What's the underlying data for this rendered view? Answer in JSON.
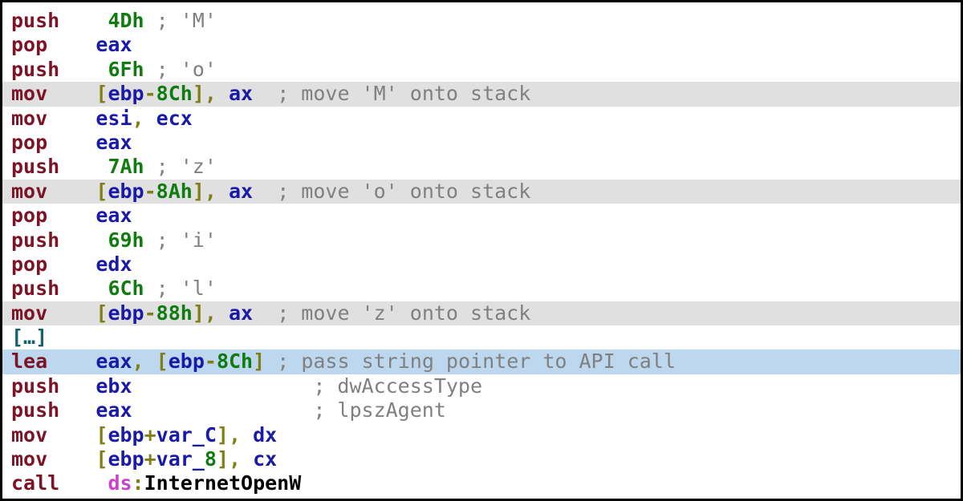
{
  "window": {
    "kind": "disassembly-listing"
  },
  "colors": {
    "background": "#ffffff",
    "border": "#000000",
    "mnemonic": "#7d1326",
    "register": "#1a1aa8",
    "number": "#107c10",
    "comment": "#808080",
    "punctuation": "#7f7f15",
    "segment_prefix": "#cc41cc",
    "api_name": "#000000",
    "collapsed_marker": "#17616e",
    "highlight_gray": "#e0e0e0",
    "highlight_blue": "#bdd7ee"
  },
  "token_names": {
    "m": "mnemonic",
    "r": "register",
    "n": "number-literal",
    "c": "comment",
    "p": "punctuation",
    "d": "segment-prefix",
    "k": "api-name",
    "e": "collapsed-lines-marker",
    "s": "spacing"
  },
  "lines": [
    {
      "highlight": "none",
      "tokens": [
        [
          "m",
          "push"
        ],
        [
          "s",
          "    "
        ],
        [
          "n",
          "4Dh"
        ],
        [
          "s",
          " "
        ],
        [
          "c",
          "; 'M'"
        ]
      ]
    },
    {
      "highlight": "none",
      "tokens": [
        [
          "m",
          "pop"
        ],
        [
          "s",
          "    "
        ],
        [
          "r",
          "eax"
        ]
      ]
    },
    {
      "highlight": "none",
      "tokens": [
        [
          "m",
          "push"
        ],
        [
          "s",
          "    "
        ],
        [
          "n",
          "6Fh"
        ],
        [
          "s",
          " "
        ],
        [
          "c",
          "; 'o'"
        ]
      ]
    },
    {
      "highlight": "gray",
      "tokens": [
        [
          "m",
          "mov"
        ],
        [
          "s",
          "    "
        ],
        [
          "p",
          "["
        ],
        [
          "r",
          "ebp"
        ],
        [
          "p",
          "-"
        ],
        [
          "n",
          "8Ch"
        ],
        [
          "p",
          "],"
        ],
        [
          "s",
          " "
        ],
        [
          "r",
          "ax"
        ],
        [
          "s",
          "  "
        ],
        [
          "c",
          "; move 'M' onto stack"
        ]
      ]
    },
    {
      "highlight": "none",
      "tokens": [
        [
          "m",
          "mov"
        ],
        [
          "s",
          "    "
        ],
        [
          "r",
          "esi"
        ],
        [
          "p",
          ","
        ],
        [
          "s",
          " "
        ],
        [
          "r",
          "ecx"
        ]
      ]
    },
    {
      "highlight": "none",
      "tokens": [
        [
          "m",
          "pop"
        ],
        [
          "s",
          "    "
        ],
        [
          "r",
          "eax"
        ]
      ]
    },
    {
      "highlight": "none",
      "tokens": [
        [
          "m",
          "push"
        ],
        [
          "s",
          "    "
        ],
        [
          "n",
          "7Ah"
        ],
        [
          "s",
          " "
        ],
        [
          "c",
          "; 'z'"
        ]
      ]
    },
    {
      "highlight": "gray",
      "tokens": [
        [
          "m",
          "mov"
        ],
        [
          "s",
          "    "
        ],
        [
          "p",
          "["
        ],
        [
          "r",
          "ebp"
        ],
        [
          "p",
          "-"
        ],
        [
          "n",
          "8Ah"
        ],
        [
          "p",
          "],"
        ],
        [
          "s",
          " "
        ],
        [
          "r",
          "ax"
        ],
        [
          "s",
          "  "
        ],
        [
          "c",
          "; move 'o' onto stack"
        ]
      ]
    },
    {
      "highlight": "none",
      "tokens": [
        [
          "m",
          "pop"
        ],
        [
          "s",
          "    "
        ],
        [
          "r",
          "eax"
        ]
      ]
    },
    {
      "highlight": "none",
      "tokens": [
        [
          "m",
          "push"
        ],
        [
          "s",
          "    "
        ],
        [
          "n",
          "69h"
        ],
        [
          "s",
          " "
        ],
        [
          "c",
          "; 'i'"
        ]
      ]
    },
    {
      "highlight": "none",
      "tokens": [
        [
          "m",
          "pop"
        ],
        [
          "s",
          "    "
        ],
        [
          "r",
          "edx"
        ]
      ]
    },
    {
      "highlight": "none",
      "tokens": [
        [
          "m",
          "push"
        ],
        [
          "s",
          "    "
        ],
        [
          "n",
          "6Ch"
        ],
        [
          "s",
          " "
        ],
        [
          "c",
          "; 'l'"
        ]
      ]
    },
    {
      "highlight": "gray",
      "tokens": [
        [
          "m",
          "mov"
        ],
        [
          "s",
          "    "
        ],
        [
          "p",
          "["
        ],
        [
          "r",
          "ebp"
        ],
        [
          "p",
          "-"
        ],
        [
          "n",
          "88h"
        ],
        [
          "p",
          "],"
        ],
        [
          "s",
          " "
        ],
        [
          "r",
          "ax"
        ],
        [
          "s",
          "  "
        ],
        [
          "c",
          "; move 'z' onto stack"
        ]
      ]
    },
    {
      "highlight": "none",
      "tokens": [
        [
          "e",
          "[…]"
        ]
      ]
    },
    {
      "highlight": "blue",
      "tokens": [
        [
          "m",
          "lea"
        ],
        [
          "s",
          "    "
        ],
        [
          "r",
          "eax"
        ],
        [
          "p",
          ","
        ],
        [
          "s",
          " "
        ],
        [
          "p",
          "["
        ],
        [
          "r",
          "ebp"
        ],
        [
          "p",
          "-"
        ],
        [
          "n",
          "8Ch"
        ],
        [
          "p",
          "]"
        ],
        [
          "s",
          " "
        ],
        [
          "c",
          "; pass string pointer to API call"
        ]
      ]
    },
    {
      "highlight": "none",
      "tokens": [
        [
          "m",
          "push"
        ],
        [
          "s",
          "   "
        ],
        [
          "r",
          "ebx"
        ],
        [
          "s",
          "               "
        ],
        [
          "c",
          "; dwAccessType"
        ]
      ]
    },
    {
      "highlight": "none",
      "tokens": [
        [
          "m",
          "push"
        ],
        [
          "s",
          "   "
        ],
        [
          "r",
          "eax"
        ],
        [
          "s",
          "               "
        ],
        [
          "c",
          "; lpszAgent"
        ]
      ]
    },
    {
      "highlight": "none",
      "tokens": [
        [
          "m",
          "mov"
        ],
        [
          "s",
          "    "
        ],
        [
          "p",
          "["
        ],
        [
          "r",
          "ebp"
        ],
        [
          "p",
          "+"
        ],
        [
          "r",
          "var_C"
        ],
        [
          "p",
          "],"
        ],
        [
          "s",
          " "
        ],
        [
          "r",
          "dx"
        ]
      ]
    },
    {
      "highlight": "none",
      "tokens": [
        [
          "m",
          "mov"
        ],
        [
          "s",
          "    "
        ],
        [
          "p",
          "["
        ],
        [
          "r",
          "ebp"
        ],
        [
          "p",
          "+"
        ],
        [
          "r",
          "var_"
        ],
        [
          "n",
          "8"
        ],
        [
          "p",
          "],"
        ],
        [
          "s",
          " "
        ],
        [
          "r",
          "cx"
        ]
      ]
    },
    {
      "highlight": "none",
      "tokens": [
        [
          "m",
          "call"
        ],
        [
          "s",
          "    "
        ],
        [
          "d",
          "ds"
        ],
        [
          "p",
          ":"
        ],
        [
          "k",
          "InternetOpenW"
        ]
      ]
    }
  ]
}
